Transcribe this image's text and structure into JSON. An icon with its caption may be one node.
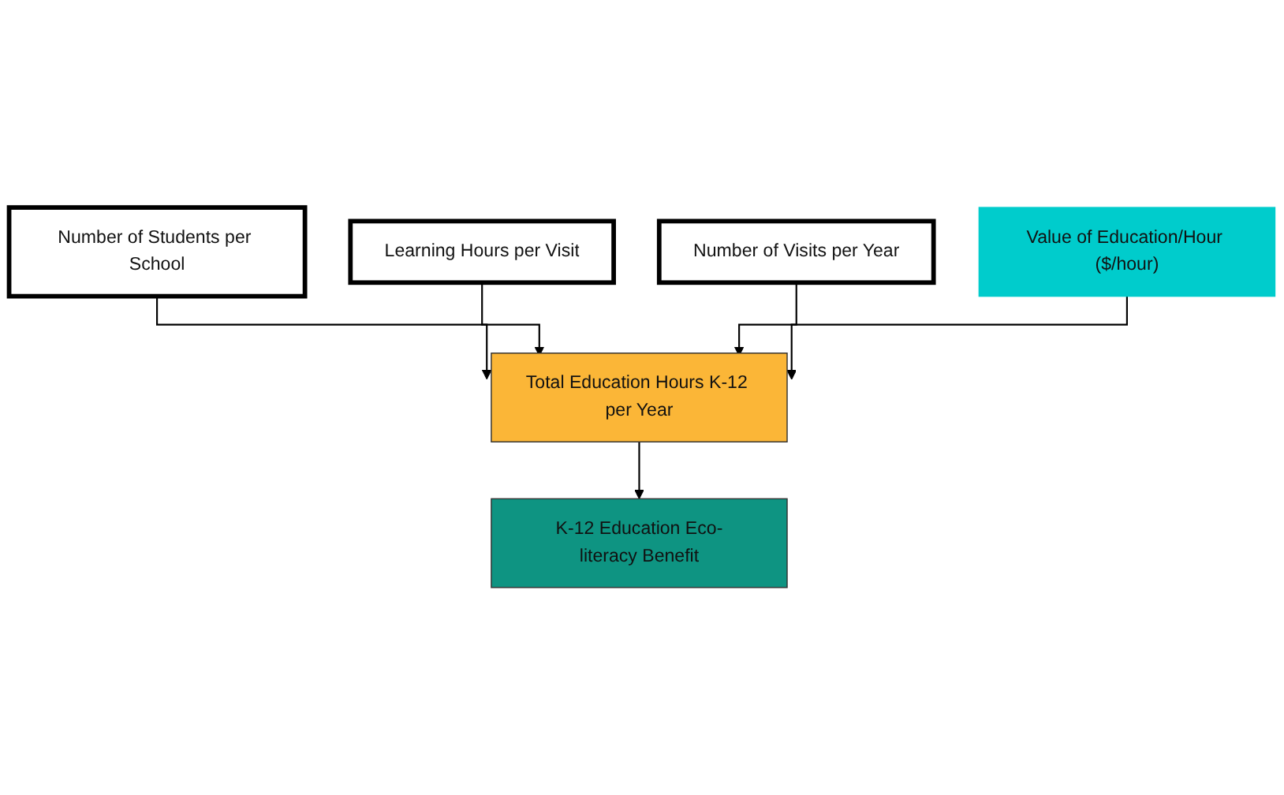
{
  "diagram": {
    "nodes": [
      {
        "text": [
          "Number of Students per School"
        ]
      },
      {
        "text": [
          "Learning Hours per Visit"
        ]
      },
      {
        "text": [
          "Number of Visits per Year"
        ]
      },
      {
        "text": [
          "Total Education Hours K-12 per Year"
        ]
      },
      {
        "text": [
          "Value of Education/Hour ($/hour)"
        ]
      },
      {
        "text": [
          "K-12 Education Eco-literacy Benefit"
        ]
      }
    ],
    "edges": [
      {
        "from": 0,
        "to": 3,
        "arrow": "to"
      },
      {
        "from": 1,
        "to": 3,
        "arrow": "to"
      },
      {
        "from": 2,
        "to": 3,
        "arrow": "to"
      },
      {
        "from": 4,
        "to": 3,
        "arrow": "to"
      },
      {
        "from": 3,
        "to": 5,
        "arrow": "to"
      }
    ]
  }
}
